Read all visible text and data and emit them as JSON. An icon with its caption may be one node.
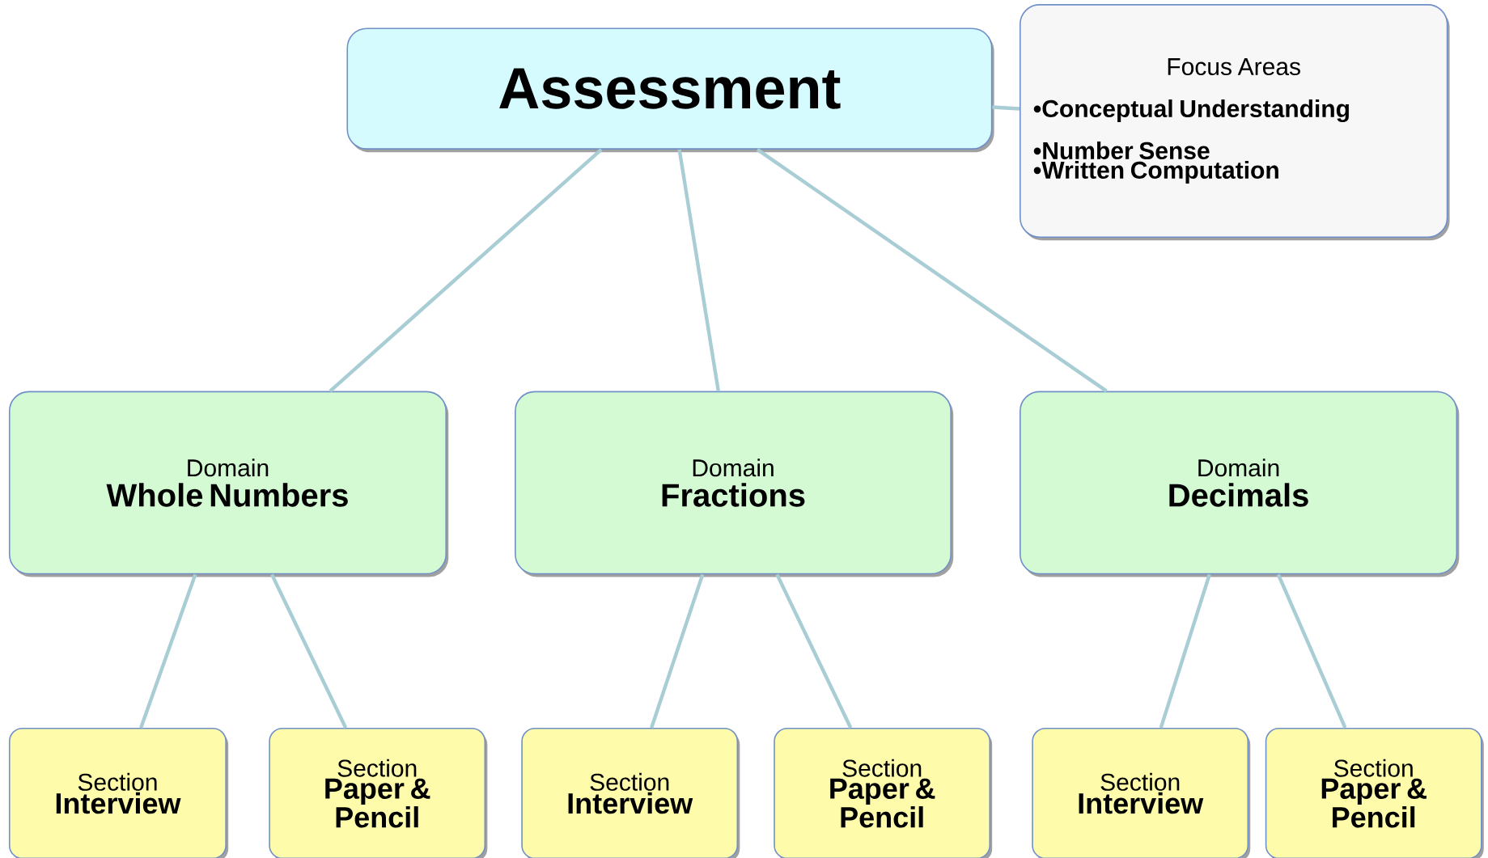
{
  "diagram": {
    "nodes": [
      {
        "text": [
          "Assessment"
        ]
      },
      {
        "text": [
          "Focus Areas",
          "•Conceptual Understanding",
          "•Number Sense",
          "•Written Computation"
        ]
      },
      {
        "text": [
          "Domain",
          "Whole Numbers"
        ]
      },
      {
        "text": [
          "Domain",
          "Fractions"
        ]
      },
      {
        "text": [
          "Domain",
          "Decimals"
        ]
      },
      {
        "text": [
          "Section",
          "Interview"
        ]
      },
      {
        "text": [
          "Section",
          "Paper & Pencil"
        ]
      },
      {
        "text": [
          "Section",
          "Interview"
        ]
      },
      {
        "text": [
          "Section",
          "Paper & Pencil"
        ]
      },
      {
        "text": [
          "Section",
          "Interview"
        ]
      },
      {
        "text": [
          "Section",
          "Paper & Pencil"
        ]
      }
    ],
    "edges": [
      {
        "from": 0,
        "to": 1,
        "arrow": "none"
      },
      {
        "from": 0,
        "to": 2,
        "arrow": "none"
      },
      {
        "from": 0,
        "to": 3,
        "arrow": "none"
      },
      {
        "from": 0,
        "to": 4,
        "arrow": "none"
      },
      {
        "from": 2,
        "to": 5,
        "arrow": "none"
      },
      {
        "from": 2,
        "to": 6,
        "arrow": "none"
      },
      {
        "from": 3,
        "to": 7,
        "arrow": "none"
      },
      {
        "from": 3,
        "to": 8,
        "arrow": "none"
      },
      {
        "from": 4,
        "to": 9,
        "arrow": "none"
      },
      {
        "from": 4,
        "to": 10,
        "arrow": "none"
      }
    ]
  }
}
